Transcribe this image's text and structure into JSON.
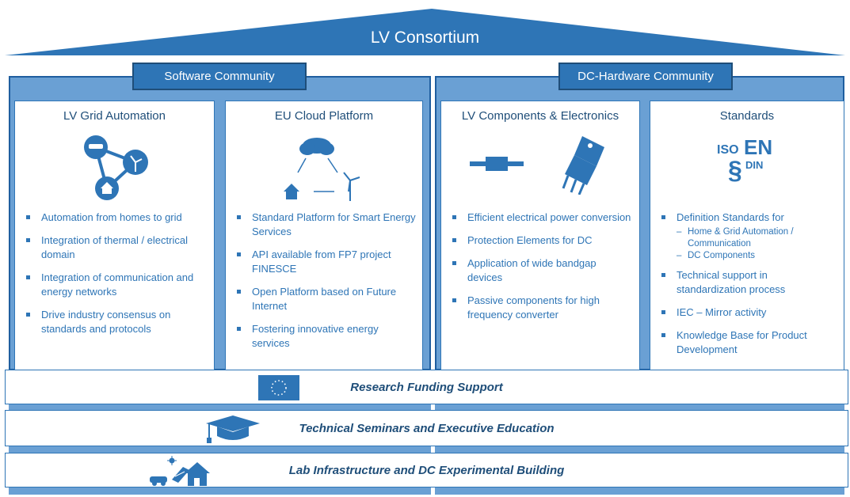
{
  "roof": {
    "title": "LV Consortium"
  },
  "communities": [
    {
      "label": "Software Community"
    },
    {
      "label": "DC-Hardware Community"
    }
  ],
  "columns": [
    {
      "title": "LV Grid Automation",
      "icon": "grid-network-icon",
      "bullets": [
        "Automation from homes to grid",
        "Integration of thermal / electrical domain",
        "Integration of communication and energy networks",
        "Drive industry consensus on standards and protocols"
      ]
    },
    {
      "title": "EU Cloud Platform",
      "icon": "cloud-platform-icon",
      "bullets": [
        "Standard Platform for Smart Energy Services",
        "API available from FP7 project FINESCE",
        "Open Platform based on Future Internet",
        "Fostering innovative energy services"
      ]
    },
    {
      "title": "LV Components & Electronics",
      "icon": "power-components-icon",
      "bullets": [
        "Efficient electrical power conversion",
        "Protection Elements for DC",
        "Application of wide bandgap devices",
        "Passive components for high frequency converter"
      ]
    },
    {
      "title": "Standards",
      "icon": "standards-icon",
      "icon_text": {
        "iso": "ISO",
        "en": "EN",
        "section": "§",
        "din": "DIN"
      },
      "bullets": [
        "Definition Standards for",
        "Technical support in standardization process",
        "IEC – Mirror activity",
        "Knowledge Base for Product Development"
      ],
      "sub_bullets": [
        "Home & Grid Automation / Communication",
        "DC Components"
      ]
    }
  ],
  "bands": [
    {
      "label": "Research Funding Support",
      "icon": "eu-flag-icon"
    },
    {
      "label": "Technical Seminars and Executive Education",
      "icon": "graduation-cap-icon"
    },
    {
      "label": "Lab Infrastructure and DC Experimental Building",
      "icon": "solar-house-ev-icon"
    }
  ],
  "colors": {
    "primary": "#2e75b6",
    "dark": "#1f4e79",
    "light": "#6aa0d4"
  }
}
